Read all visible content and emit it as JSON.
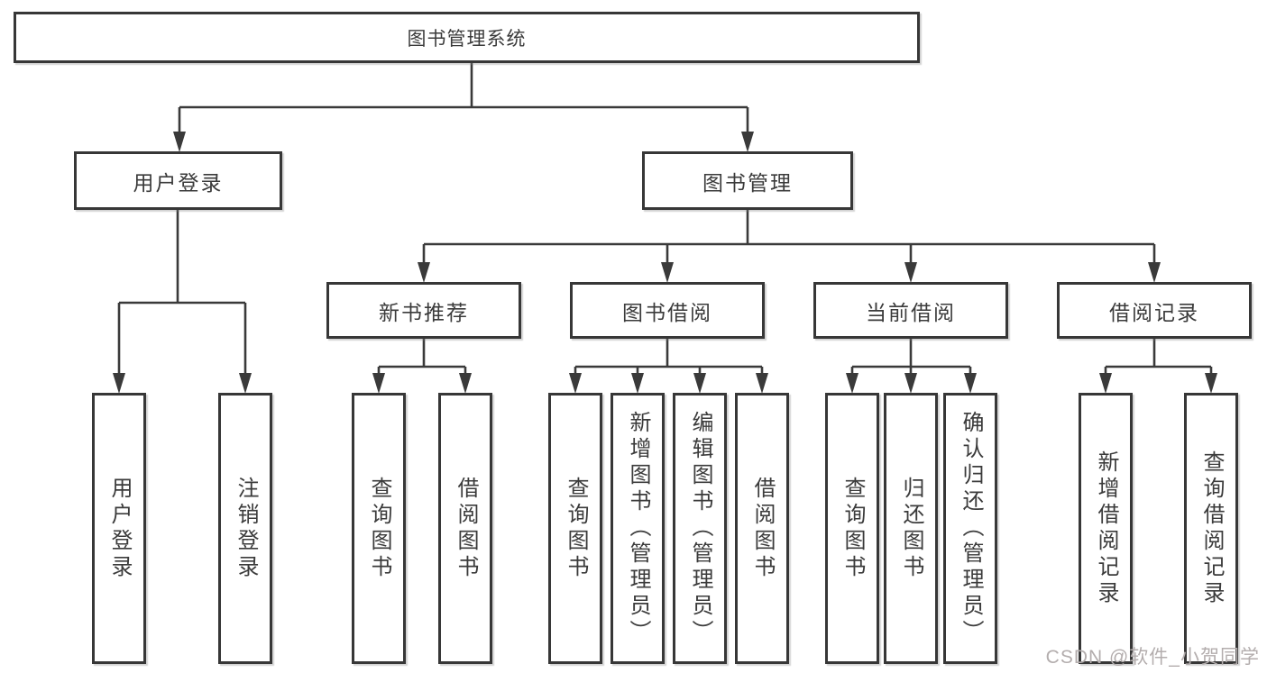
{
  "diagram": {
    "title": "图书管理系统",
    "nodes": {
      "root": {
        "label": "图书管理系统"
      },
      "level2": [
        {
          "id": "user-login",
          "label": "用户登录",
          "parent": "图书管理系统"
        },
        {
          "id": "book-management",
          "label": "图书管理",
          "parent": "图书管理系统"
        }
      ],
      "level3": [
        {
          "id": "new-book-recommend",
          "label": "新书推荐",
          "parent": "图书管理"
        },
        {
          "id": "book-borrowing",
          "label": "图书借阅",
          "parent": "图书管理"
        },
        {
          "id": "current-borrowing",
          "label": "当前借阅",
          "parent": "图书管理"
        },
        {
          "id": "borrowing-records",
          "label": "借阅记录",
          "parent": "图书管理"
        }
      ],
      "leaves": [
        {
          "id": "leaf-user-login",
          "label": "用户登录",
          "parent": "用户登录"
        },
        {
          "id": "leaf-logout",
          "label": "注销登录",
          "parent": "用户登录"
        },
        {
          "id": "leaf-query-books-1",
          "label": "查询图书",
          "parent": "新书推荐"
        },
        {
          "id": "leaf-borrow-books-1",
          "label": "借阅图书",
          "parent": "新书推荐"
        },
        {
          "id": "leaf-query-books-2",
          "label": "查询图书",
          "parent": "图书借阅"
        },
        {
          "id": "leaf-add-books-admin",
          "label": "新增图书（管理员）",
          "parent": "图书借阅"
        },
        {
          "id": "leaf-edit-books-admin",
          "label": "编辑图书（管理员）",
          "parent": "图书借阅"
        },
        {
          "id": "leaf-borrow-books-2",
          "label": "借阅图书",
          "parent": "图书借阅"
        },
        {
          "id": "leaf-query-books-3",
          "label": "查询图书",
          "parent": "当前借阅"
        },
        {
          "id": "leaf-return-books",
          "label": "归还图书",
          "parent": "当前借阅"
        },
        {
          "id": "leaf-confirm-return",
          "label": "确认归还（管理员）",
          "parent": "当前借阅"
        },
        {
          "id": "leaf-add-borrow-record",
          "label": "新增借阅记录",
          "parent": "借阅记录"
        },
        {
          "id": "leaf-query-borrow-record",
          "label": "查询借阅记录",
          "parent": "借阅记录"
        }
      ]
    },
    "colors": {
      "line": "#3a3a3a",
      "border": "#373737",
      "text": "#3b3b3b",
      "background": "#ffffff",
      "watermark_text": "#b3adad"
    }
  },
  "watermark": "CSDN @软件_小贺同学"
}
